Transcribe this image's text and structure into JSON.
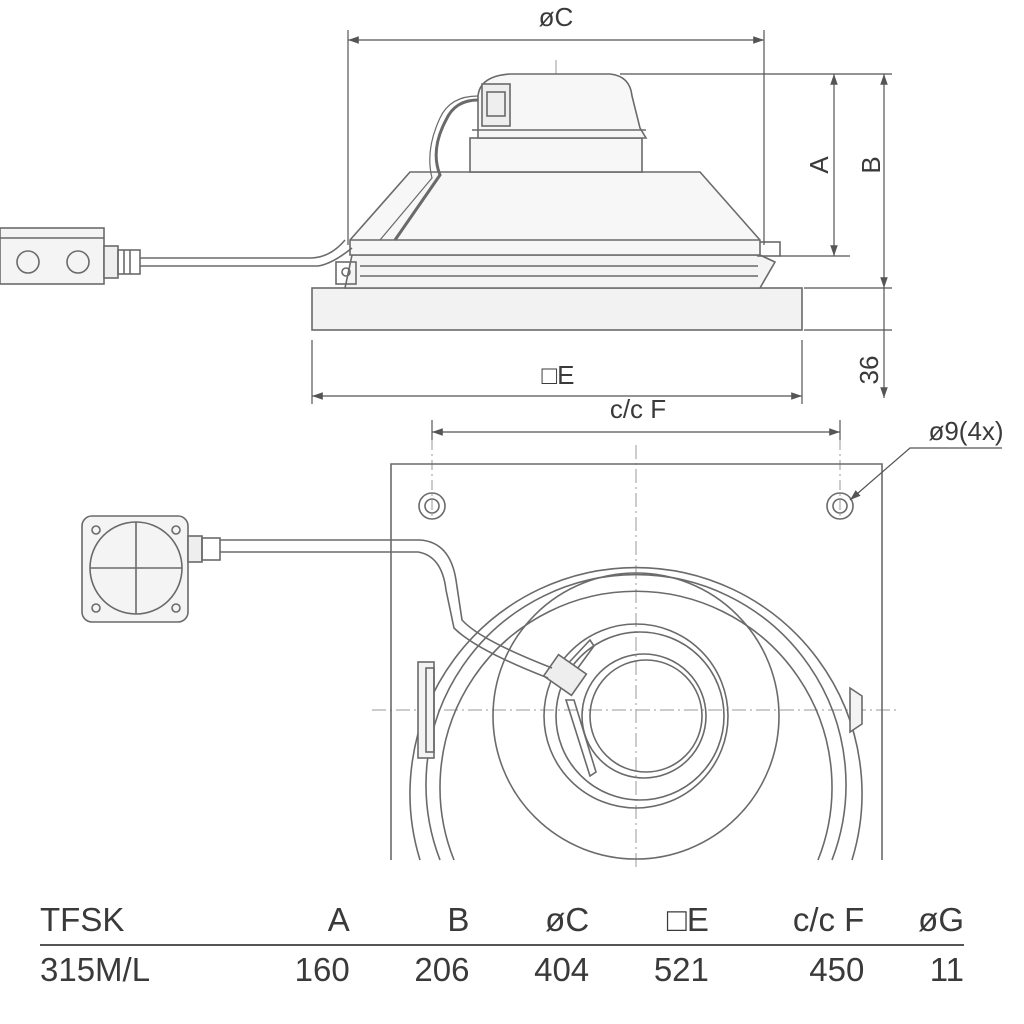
{
  "labels": {
    "dim_c": "øC",
    "dim_a": "A",
    "dim_b": "B",
    "dim_e": "□E",
    "dim_36": "36",
    "dim_f": "c/c F",
    "dim_hole": "ø9(4x)"
  },
  "table": {
    "headers": [
      "TFSK",
      "A",
      "B",
      "øC",
      "□E",
      "c/c F",
      "øG"
    ],
    "rows": [
      [
        "315M/L",
        "160",
        "206",
        "404",
        "521",
        "450",
        "11"
      ]
    ]
  }
}
